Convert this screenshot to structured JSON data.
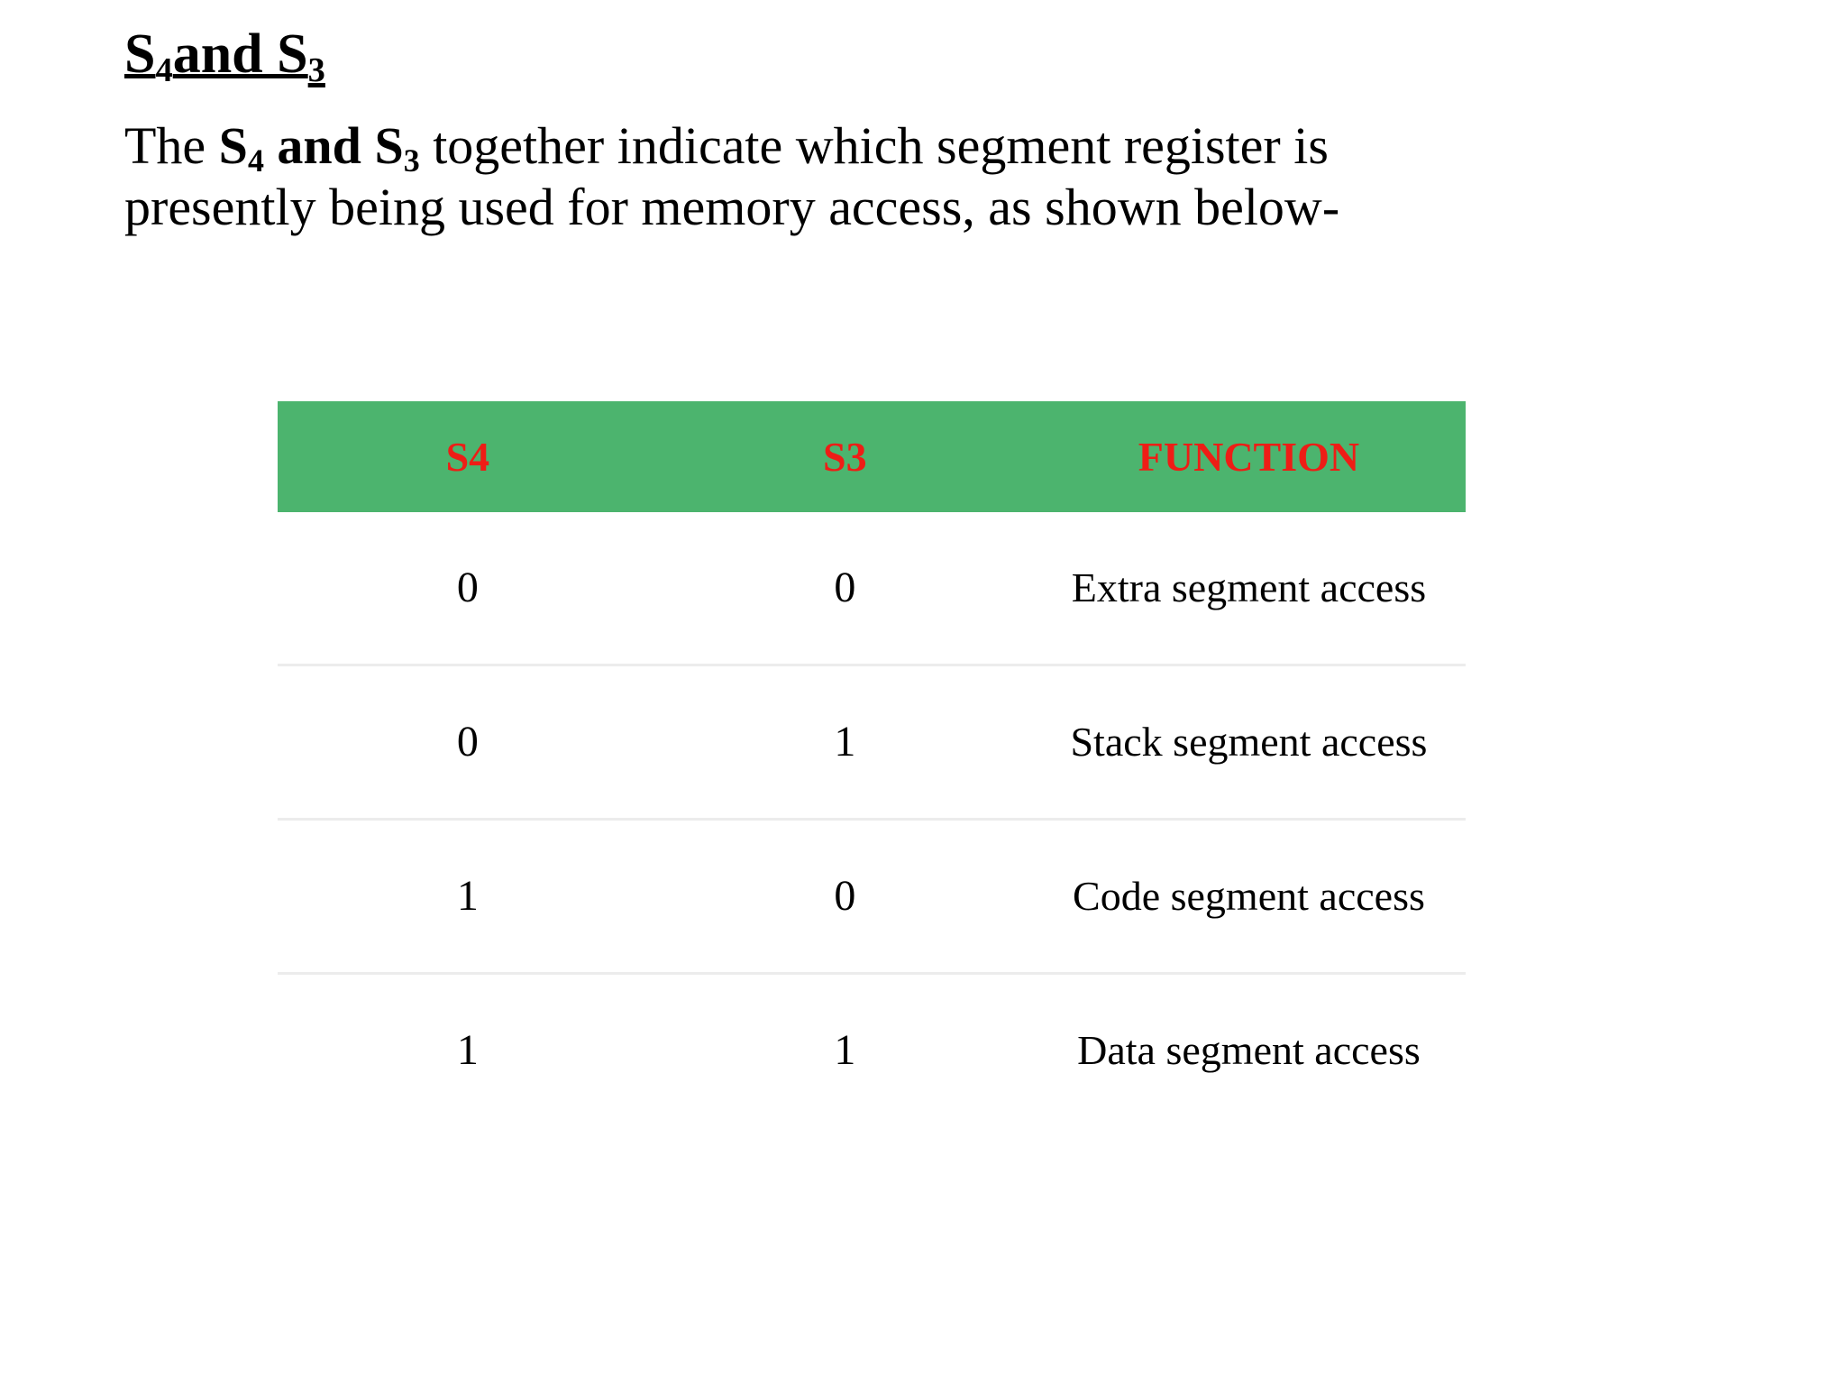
{
  "slide": {
    "heading": {
      "prefix": "S",
      "sub1": "4",
      "middle": "and S",
      "sub2": "3",
      "full_text": "S4and S3"
    },
    "paragraph": {
      "part1": "The ",
      "sym1": "S",
      "sym1_sub": "4",
      "part2": " and ",
      "sym2": "S",
      "sym2_sub": "3",
      "part3": " together indicate which segment register is",
      "line2": "presently being used for memory access, as shown below-",
      "full_text": "The S4 and S3 together indicate which segment register is presently being used for memory access, as shown below-"
    }
  },
  "table": {
    "headers": [
      "S4",
      "S3",
      "FUNCTION"
    ],
    "rows": [
      {
        "s4": "0",
        "s3": "0",
        "function": "Extra segment access"
      },
      {
        "s4": "0",
        "s3": "1",
        "function": "Stack segment access"
      },
      {
        "s4": "1",
        "s3": "0",
        "function": "Code segment access"
      },
      {
        "s4": "1",
        "s3": "1",
        "function": "Data segment access"
      }
    ]
  },
  "colors": {
    "header_background": "#4cb46e",
    "header_text": "#ee1d16",
    "body_text": "#000000",
    "row_divider": "#ececec",
    "page_background": "#ffffff"
  }
}
